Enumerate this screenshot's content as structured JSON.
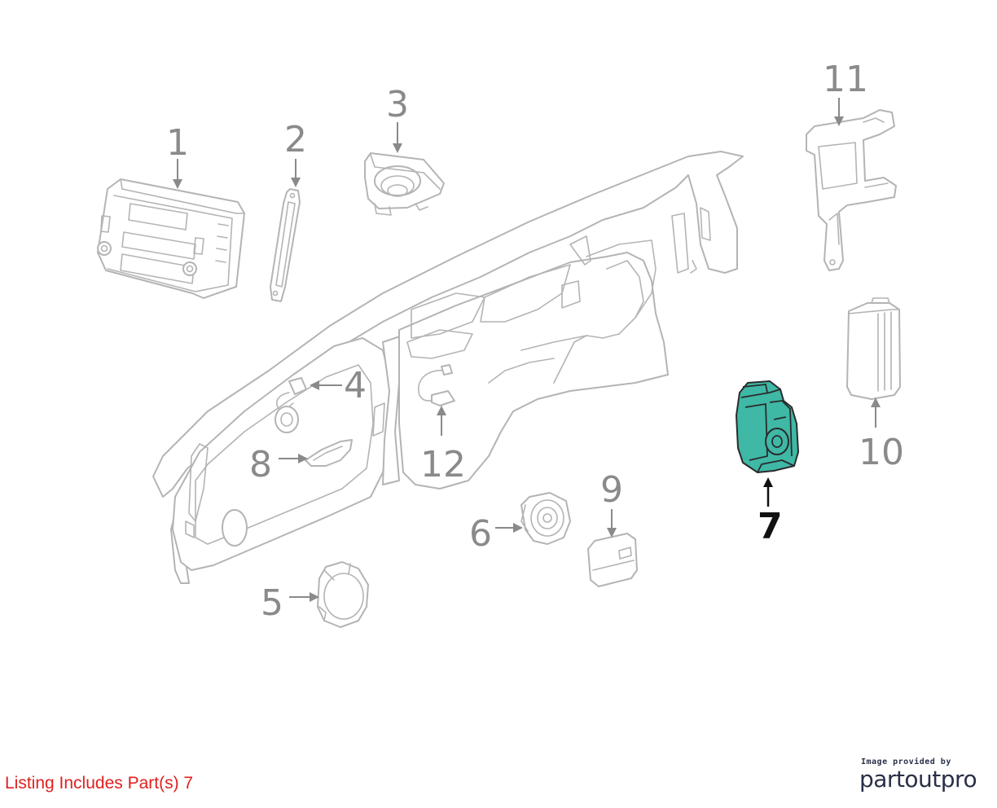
{
  "callouts": {
    "c1": "1",
    "c2": "2",
    "c3": "3",
    "c4": "4",
    "c5": "5",
    "c6": "6",
    "c7": "7",
    "c8": "8",
    "c9": "9",
    "c10": "10",
    "c11": "11",
    "c12": "12"
  },
  "highlighted_part": "7",
  "colors": {
    "highlight_fill": "#3fb8a6",
    "callout_gray": "#8a8a8a",
    "listing_red": "#e02020",
    "brand_navy": "#2a2f48"
  },
  "listing_note": "Listing Includes Part(s) 7",
  "credit": {
    "line": "Image provided by",
    "brand": "partoutpro"
  }
}
